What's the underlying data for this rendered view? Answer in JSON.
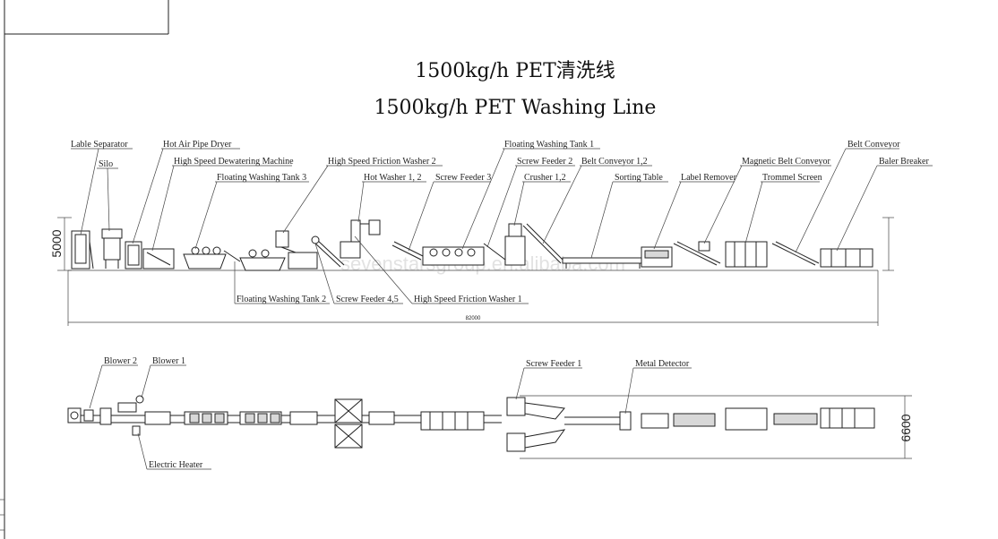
{
  "title_cn": "1500kg/h PET清洗线",
  "title_en": "1500kg/h PET Washing Line",
  "watermark": "sevenstarsgroup.en.alibaba.com",
  "dimensions": {
    "height_top": "5000",
    "length_total": "82000",
    "height_bottom": "6600"
  },
  "elevation_labels": {
    "lable_separator": "Lable Separator",
    "silo": "Silo",
    "hot_air_pipe_dryer": "Hot Air Pipe Dryer",
    "high_speed_dewatering": "High Speed Dewatering Machine",
    "floating_washing_tank_3": "Floating Washing Tank 3",
    "high_speed_friction_washer_2": "High Speed Friction Washer 2",
    "hot_washer": "Hot Washer 1, 2",
    "screw_feeder_3": "Screw Feeder 3",
    "floating_washing_tank_1": "Floating Washing Tank 1",
    "screw_feeder_2": "Screw Feeder 2",
    "crusher": "Crusher 1,2",
    "belt_conveyor_12": "Belt Conveyor 1,2",
    "sorting_table": "Sorting Table",
    "label_remover": "Label Remover",
    "magnetic_belt_conveyor": "Magnetic Belt Conveyor",
    "trommel_screen": "Trommel Screen",
    "belt_conveyor": "Belt Conveyor",
    "baler_breaker": "Baler Breaker",
    "floating_washing_tank_2": "Floating Washing Tank 2",
    "screw_feeder_45": "Screw Feeder 4,5",
    "high_speed_friction_washer_1": "High Speed Friction Washer 1"
  },
  "plan_labels": {
    "blower_2": "Blower 2",
    "blower_1": "Blower 1",
    "electric_heater": "Electric Heater",
    "screw_feeder_1": "Screw Feeder 1",
    "metal_detector": "Metal Detector"
  }
}
